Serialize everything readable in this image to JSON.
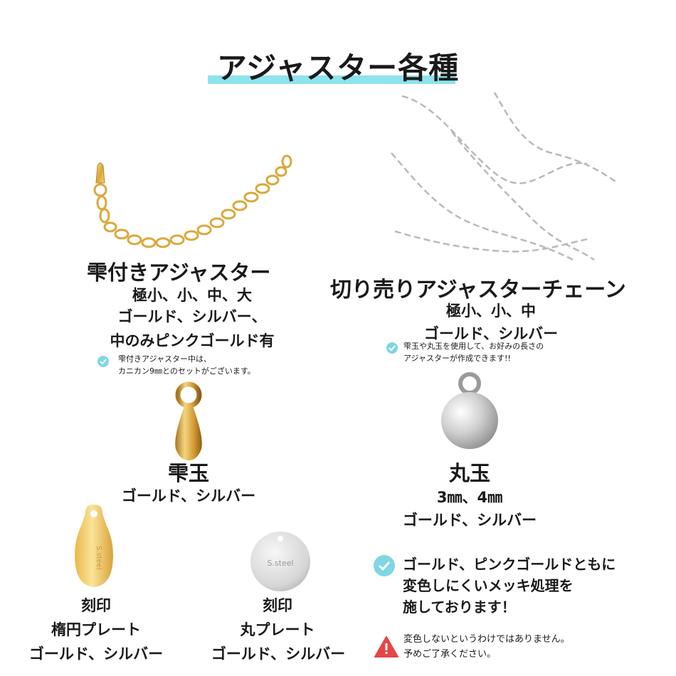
{
  "title": "アジャスター各種",
  "colors": {
    "accent": "#8ee3ec",
    "check": "#7fd6e4",
    "warning": "#e64545",
    "gold": "#e9c46a",
    "silver": "#c8c8c8"
  },
  "drop_adjuster": {
    "name": "雫付きアジャスター",
    "sizes": "極小、小、中、大",
    "colors_line": "ゴールド、シルバー、",
    "note_line": "中のみピンクゴールド有",
    "tip_1": "雫付きアジャスター中は、",
    "tip_2": "カニカン9㎜とのセットがございます。",
    "tip_icon": "check-icon"
  },
  "cut_chain": {
    "name": "切り売りアジャスターチェーン",
    "sizes": "極小、小、中",
    "colors_line": "ゴールド、シルバー",
    "tip_1": "雫玉や丸玉を使用して、お好みの長さの",
    "tip_2": "アジャスターが作成できます!!",
    "tip_icon": "check-icon"
  },
  "drop_bead": {
    "name": "雫玉",
    "colors_line": "ゴールド、シルバー"
  },
  "round_bead": {
    "name": "丸玉",
    "sizes": "3㎜、4㎜",
    "colors_line": "ゴールド、シルバー"
  },
  "oval_plate": {
    "line_1": "刻印",
    "line_2": "楕円プレート",
    "line_3": "ゴールド、シルバー",
    "engraving": "S.steel"
  },
  "round_plate": {
    "line_1": "刻印",
    "line_2": "丸プレート",
    "line_3": "ゴールド、シルバー",
    "engraving": "S.steel"
  },
  "plating_note": {
    "line_1": "ゴールド、ピンクゴールドともに",
    "line_2": "変色しにくいメッキ処理を",
    "line_3": "施しております！",
    "icon": "check-icon"
  },
  "warning_note": {
    "line_1": "変色しないというわけではありません。",
    "line_2": "予めご了承ください。",
    "icon": "warning-icon"
  }
}
